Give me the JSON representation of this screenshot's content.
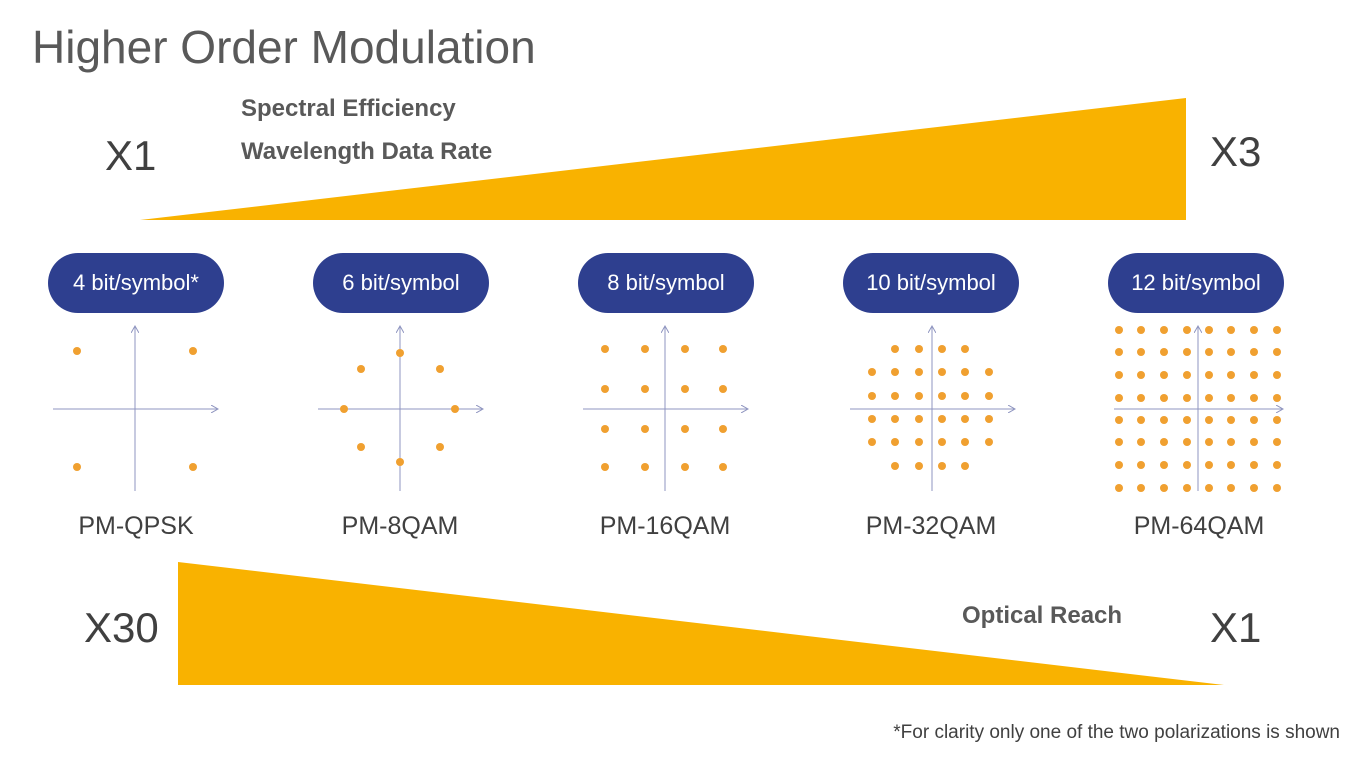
{
  "slide": {
    "title": "Higher Order Modulation",
    "top_wedge": {
      "label_line1": "Spectral Efficiency",
      "label_line2": "Wavelength Data Rate",
      "start_multiplier": "X1",
      "end_multiplier": "X3"
    },
    "bottom_wedge": {
      "label": "Optical Reach",
      "start_multiplier": "X30",
      "end_multiplier": "X1"
    },
    "modulations": [
      {
        "bits": "4 bit/symbol*",
        "name": "PM-QPSK"
      },
      {
        "bits": "6 bit/symbol",
        "name": "PM-8QAM"
      },
      {
        "bits": "8 bit/symbol",
        "name": "PM-16QAM"
      },
      {
        "bits": "10 bit/symbol",
        "name": "PM-32QAM"
      },
      {
        "bits": "12 bit/symbol",
        "name": "PM-64QAM"
      }
    ],
    "footnote": "*For clarity only one of the two polarizations is shown",
    "colors": {
      "wedge": "#f9b200",
      "pill": "#2e3f8f",
      "dot": "#f0a030",
      "axis": "#8f95c0"
    }
  }
}
